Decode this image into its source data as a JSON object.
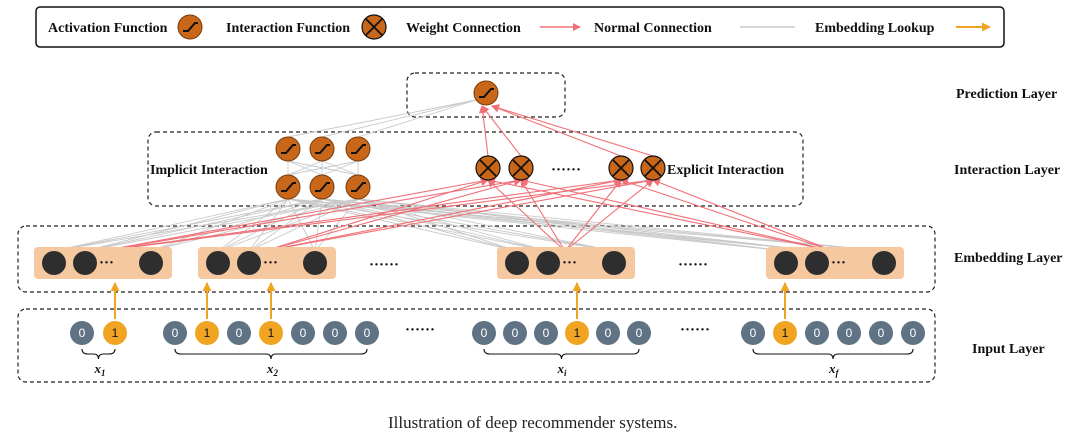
{
  "legend": {
    "activation": "Activation Function",
    "interaction": "Interaction Function",
    "weight": "Weight Connection",
    "normal": "Normal Connection",
    "lookup": "Embedding Lookup"
  },
  "layers": {
    "prediction": "Prediction Layer",
    "interaction": "Interaction Layer",
    "embedding": "Embedding Layer",
    "input": "Input Layer"
  },
  "groups": {
    "implicit": "Implicit Interaction",
    "explicit": "Explicit Interaction"
  },
  "ellipsis": "······",
  "embedding_ellipsis": "···",
  "input_fields": [
    {
      "name": "x",
      "sub": "1",
      "bits": [
        "0",
        "1"
      ]
    },
    {
      "name": "x",
      "sub": "2",
      "bits": [
        "0",
        "1",
        "0",
        "1",
        "0",
        "0",
        "0"
      ]
    },
    {
      "name": "x",
      "sub": "i",
      "bits": [
        "0",
        "0",
        "0",
        "1",
        "0",
        "0"
      ]
    },
    {
      "name": "x",
      "sub": "f",
      "bits": [
        "0",
        "1",
        "0",
        "0",
        "0",
        "0"
      ]
    }
  ],
  "caption": "Illustration of deep recommender systems.",
  "colors": {
    "activation_fill": "#C8661A",
    "embedding_bg": "#F6C8A0",
    "embedding_node": "#2E2E2E",
    "bit_zero": "#5F7384",
    "bit_one": "#F0A422",
    "weight_line": "#C9C9C9",
    "normal_line": "#F07078",
    "lookup_arrow": "#F0A422"
  },
  "icons": {
    "activation": "activation-function-icon",
    "interaction": "interaction-function-icon"
  }
}
